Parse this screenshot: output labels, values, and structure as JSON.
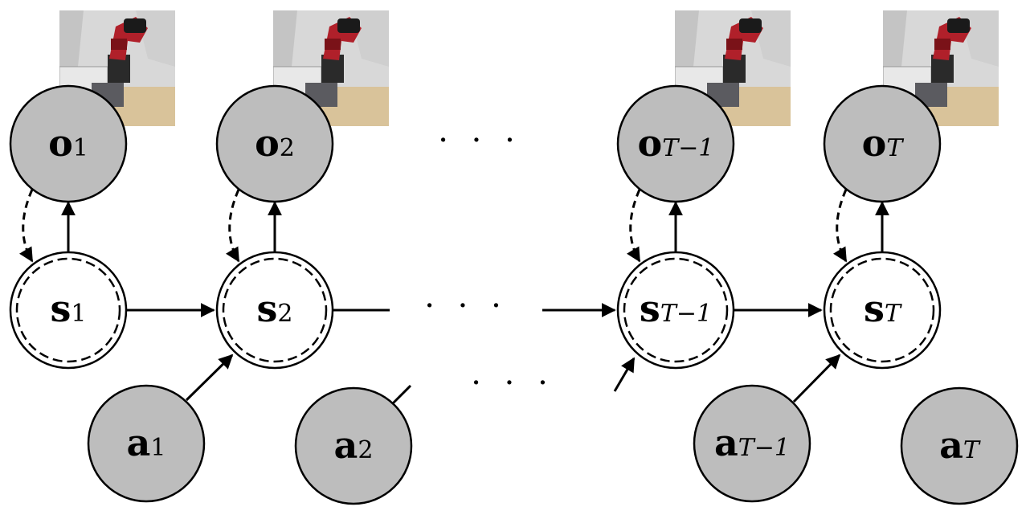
{
  "nodes": {
    "o": [
      {
        "main": "o",
        "sub": "1",
        "image": "robot-arm-photo"
      },
      {
        "main": "o",
        "sub": "2",
        "image": "robot-arm-photo"
      },
      {
        "main": "o",
        "sub": "T−1",
        "image": "robot-arm-photo"
      },
      {
        "main": "o",
        "sub": "T",
        "image": "robot-arm-photo"
      }
    ],
    "s": [
      {
        "main": "s",
        "sub": "1"
      },
      {
        "main": "s",
        "sub": "2"
      },
      {
        "main": "s",
        "sub": "T−1"
      },
      {
        "main": "s",
        "sub": "T"
      }
    ],
    "a": [
      {
        "main": "a",
        "sub": "1"
      },
      {
        "main": "a",
        "sub": "2"
      },
      {
        "main": "a",
        "sub": "T−1"
      },
      {
        "main": "a",
        "sub": "T"
      }
    ]
  },
  "ellipsis": "· · ·",
  "colors": {
    "observed_fill": "#bdbdbd",
    "latent_fill": "#ffffff",
    "stroke": "#000000",
    "robot_red": "#b0202a",
    "backdrop": "#dcdcdc",
    "table_wood": "#d9c39a",
    "cup_blue": "#4a6fd8"
  }
}
